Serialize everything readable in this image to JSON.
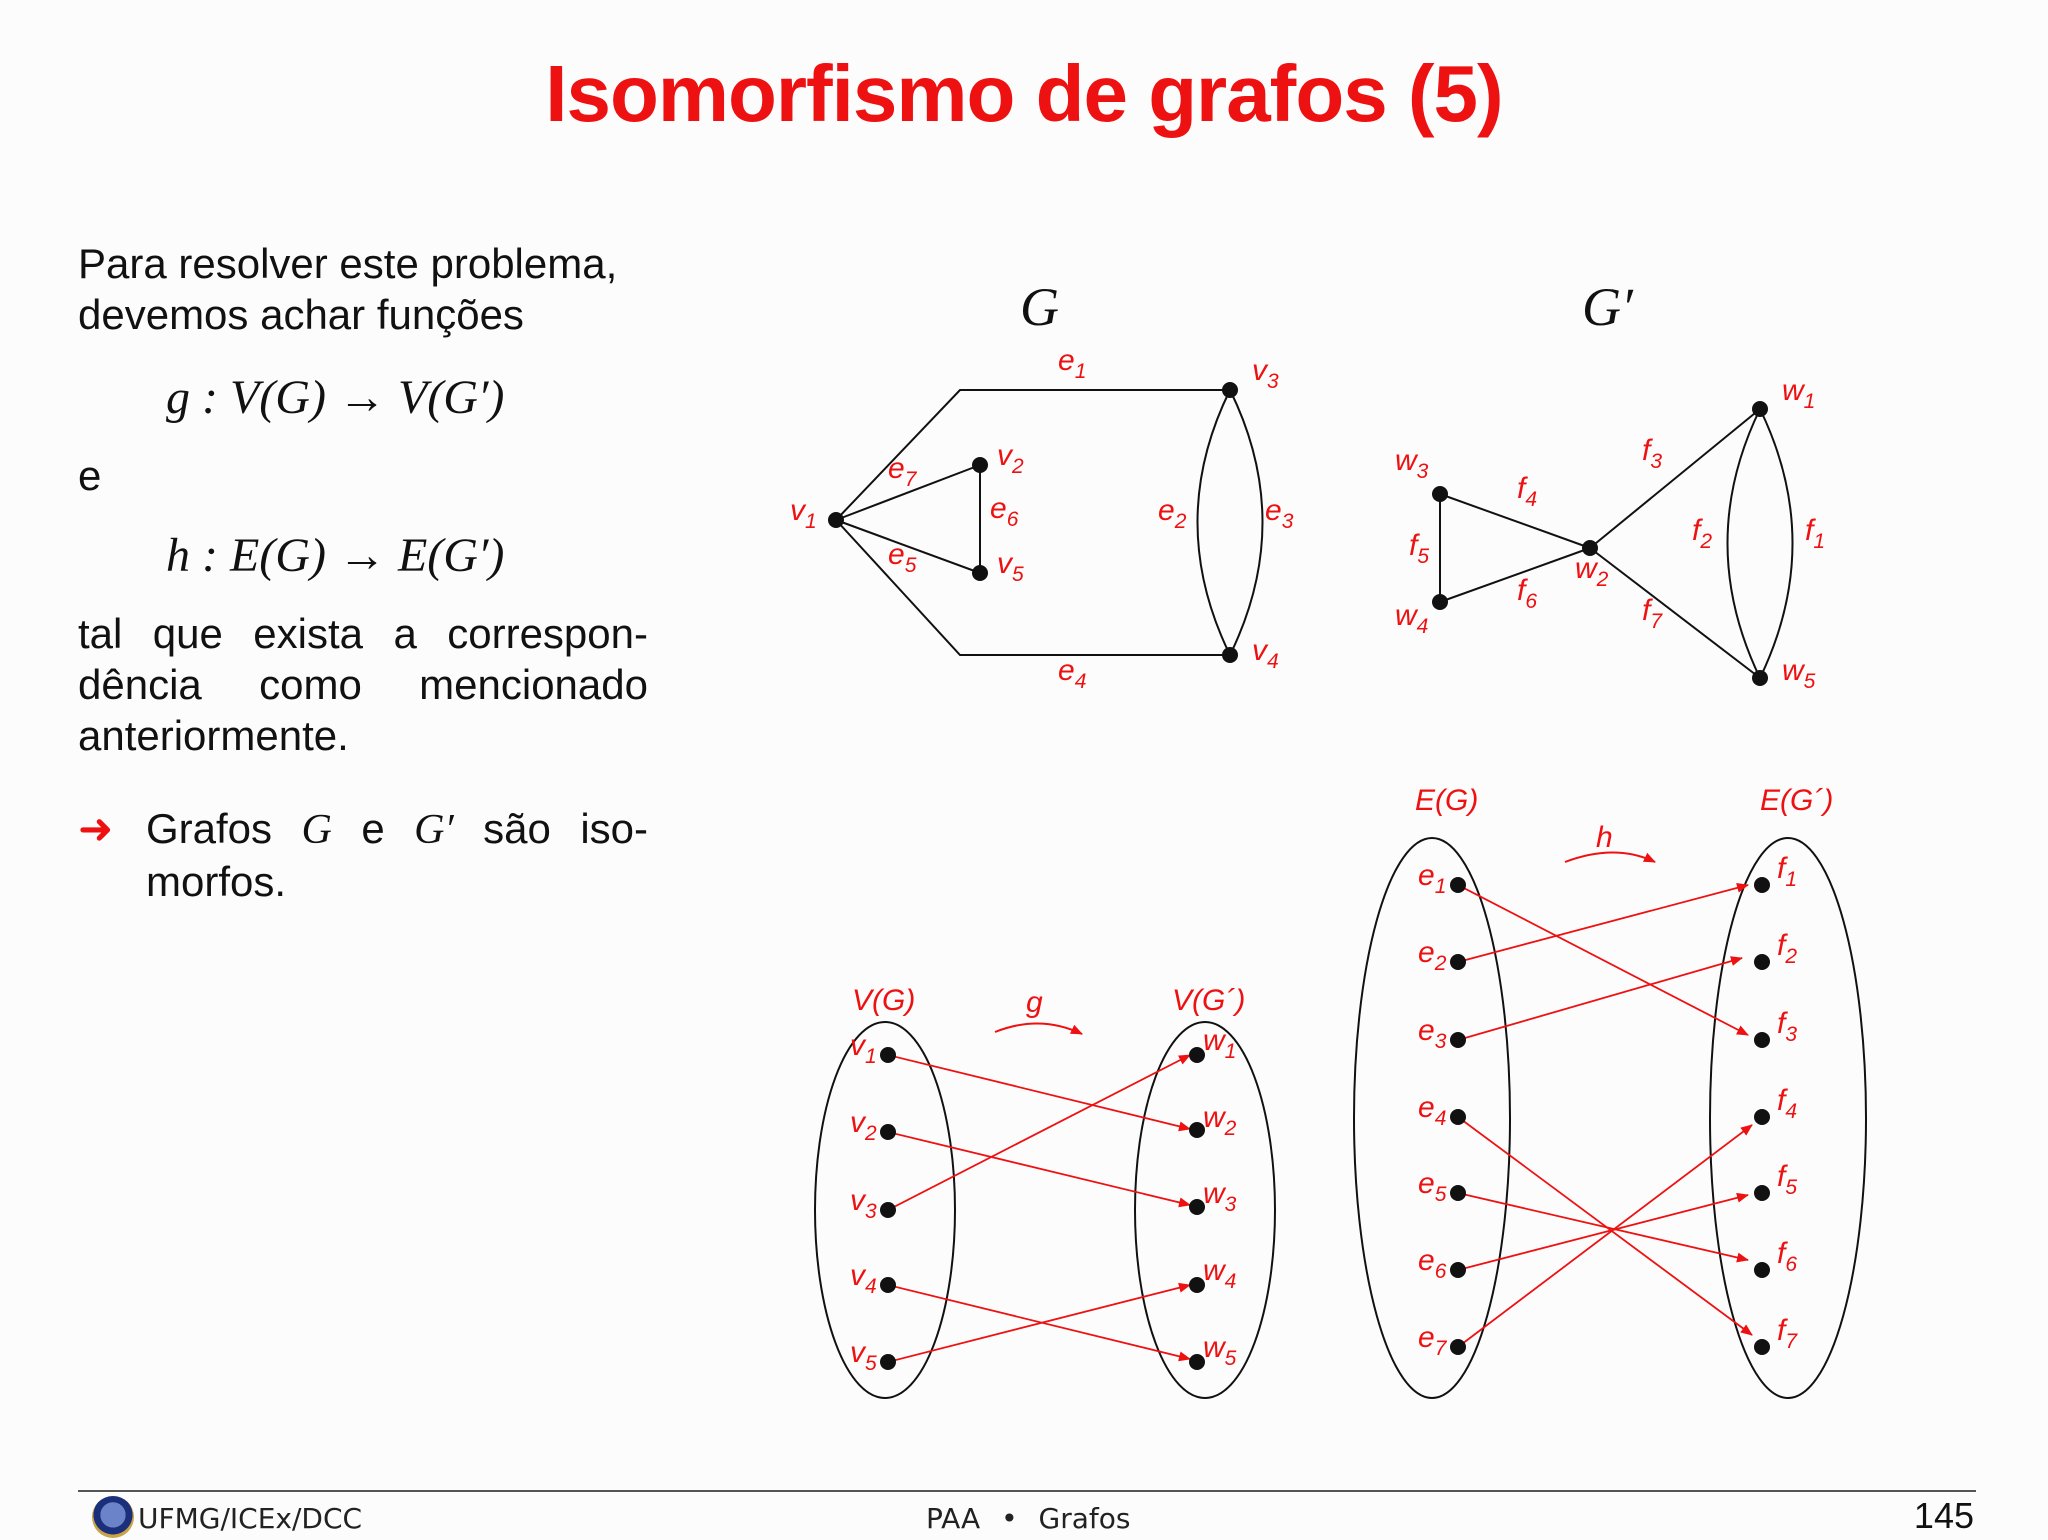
{
  "title": "Isomorfismo de grafos (5)",
  "intro": [
    "Para resolver este problema,",
    "devemos achar funções"
  ],
  "formula_g": "g : V(G) → V(G′)",
  "connector": "e",
  "formula_h": "h : E(G) → E(G′)",
  "conclusion": [
    "tal que exista a correspon-",
    "dência como mencionado",
    "anteriormente."
  ],
  "bullet": {
    "prefix": "Grafos",
    "g": "G",
    "and": "e",
    "gprime": "G′",
    "suffix_line1": "são iso-",
    "line2": "morfos."
  },
  "graph_G": {
    "name": "G",
    "vertices": [
      "v1",
      "v2",
      "v3",
      "v4",
      "v5"
    ],
    "edges": [
      {
        "label": "e1",
        "from": "v1",
        "to": "v3"
      },
      {
        "label": "e2",
        "from": "v3",
        "to": "v4"
      },
      {
        "label": "e3",
        "from": "v3",
        "to": "v4"
      },
      {
        "label": "e4",
        "from": "v1",
        "to": "v4"
      },
      {
        "label": "e5",
        "from": "v1",
        "to": "v5"
      },
      {
        "label": "e6",
        "from": "v2",
        "to": "v5"
      },
      {
        "label": "e7",
        "from": "v1",
        "to": "v2"
      }
    ]
  },
  "graph_Gprime": {
    "name": "G′",
    "vertices": [
      "w1",
      "w2",
      "w3",
      "w4",
      "w5"
    ],
    "edges": [
      {
        "label": "f1",
        "from": "w1",
        "to": "w5"
      },
      {
        "label": "f2",
        "from": "w1",
        "to": "w5"
      },
      {
        "label": "f3",
        "from": "w2",
        "to": "w1"
      },
      {
        "label": "f4",
        "from": "w3",
        "to": "w2"
      },
      {
        "label": "f5",
        "from": "w3",
        "to": "w4"
      },
      {
        "label": "f6",
        "from": "w4",
        "to": "w2"
      },
      {
        "label": "f7",
        "from": "w2",
        "to": "w5"
      }
    ]
  },
  "vertex_map": {
    "domain_label": "V(G)",
    "codomain_label": "V(G´)",
    "function_label": "g",
    "domain": [
      "v1",
      "v2",
      "v3",
      "v4",
      "v5"
    ],
    "codomain": [
      "w1",
      "w2",
      "w3",
      "w4",
      "w5"
    ],
    "mapping": [
      [
        "v1",
        "w2"
      ],
      [
        "v2",
        "w3"
      ],
      [
        "v3",
        "w1"
      ],
      [
        "v4",
        "w5"
      ],
      [
        "v5",
        "w4"
      ]
    ]
  },
  "edge_map": {
    "domain_label": "E(G)",
    "codomain_label": "E(G´)",
    "function_label": "h",
    "domain": [
      "e1",
      "e2",
      "e3",
      "e4",
      "e5",
      "e6",
      "e7"
    ],
    "codomain": [
      "f1",
      "f2",
      "f3",
      "f4",
      "f5",
      "f6",
      "f7"
    ],
    "mapping": [
      [
        "e1",
        "f3"
      ],
      [
        "e2",
        "f1"
      ],
      [
        "e3",
        "f2"
      ],
      [
        "e4",
        "f7"
      ],
      [
        "e5",
        "f6"
      ],
      [
        "e6",
        "f5"
      ],
      [
        "e7",
        "f4"
      ]
    ]
  },
  "footer": {
    "institution": "UFMG/ICEx/DCC",
    "course": "PAA",
    "separator": "•",
    "topic": "Grafos",
    "page": "145"
  },
  "colors": {
    "accent": "#ee1111",
    "text": "#111111"
  }
}
